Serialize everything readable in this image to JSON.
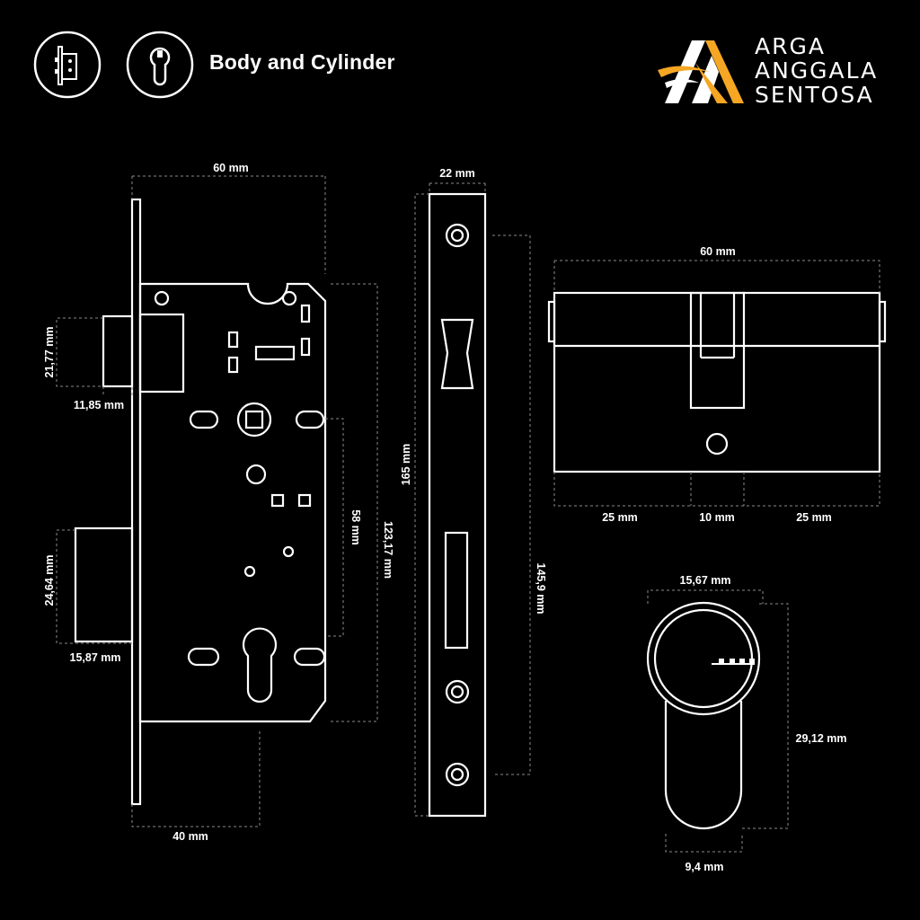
{
  "header": {
    "title": "Body and Cylinder",
    "icons": [
      "lock-body-icon",
      "cylinder-icon"
    ]
  },
  "brand": {
    "line1": "ARGA",
    "line2": "ANGGALA",
    "line3": "SENTOSA",
    "logo_colors": [
      "#f5a623",
      "#ffffff"
    ]
  },
  "dimensions": {
    "body_width": "60 mm",
    "backset": "40 mm",
    "latch_height": "21,77 mm",
    "latch_projection": "11,85 mm",
    "deadbolt_height": "24,64 mm",
    "deadbolt_projection": "15,87 mm",
    "center_distance": "58 mm",
    "case_height": "123,17 mm",
    "faceplate_width": "22 mm",
    "faceplate_height": "165 mm",
    "screw_spacing": "145,9 mm",
    "cylinder_length": "60 mm",
    "cylinder_left": "25 mm",
    "cylinder_cam": "10 mm",
    "cylinder_right": "25 mm",
    "profile_width": "15,67 mm",
    "profile_height": "29,12 mm",
    "profile_bottom_width": "9,4 mm"
  },
  "colors": {
    "background": "#000000",
    "line": "#ffffff",
    "dim_line": "#9a9a9a",
    "accent": "#f5a623"
  }
}
